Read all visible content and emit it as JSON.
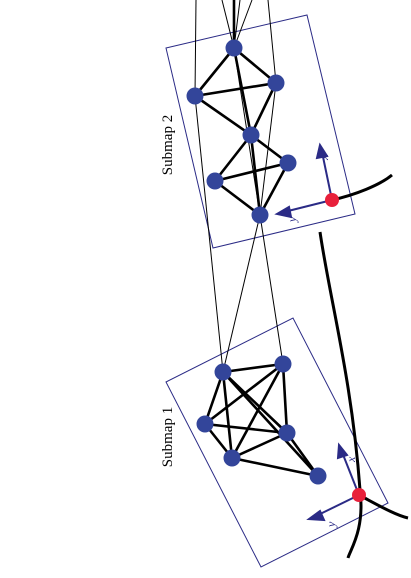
{
  "submaps": [
    {
      "label": "Submap 1"
    },
    {
      "label": "Submap 2"
    }
  ],
  "frames": [
    {
      "x_label": "x",
      "y_label": "y"
    },
    {
      "x_label": "x",
      "y_label": "y"
    }
  ],
  "colors": {
    "node": "#33459a",
    "origin": "#e8203b",
    "edge": "#000000",
    "frame_box": "#2b2b86",
    "axis": "#2b2b86"
  }
}
